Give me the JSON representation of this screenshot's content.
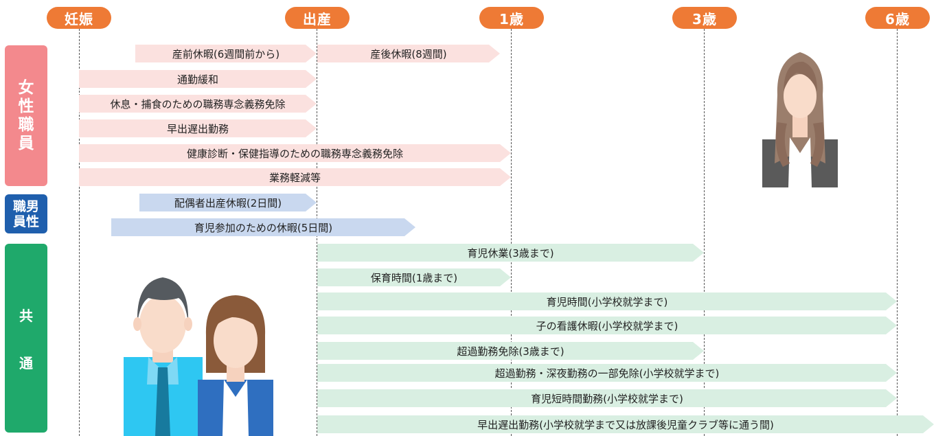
{
  "timeline": {
    "pregnancy": "妊娠",
    "birth": "出産",
    "age1": "1歳",
    "age3": "3歳",
    "age6": "6歳"
  },
  "categories": {
    "female": [
      "女",
      "性",
      "職",
      "員"
    ],
    "male": [
      "職",
      "男",
      "員",
      "性"
    ],
    "common": [
      "共",
      "通"
    ]
  },
  "measures": {
    "female": [
      "産前休暇(6週間前から)",
      "産後休暇(8週間)",
      "通勤緩和",
      "休息・捕食のための職務専念義務免除",
      "早出遅出勤務",
      "健康診断・保健指導のための職務専念義務免除",
      "業務軽減等"
    ],
    "male": [
      "配偶者出産休暇(2日間)",
      "育児参加のための休暇(5日間)"
    ],
    "common": [
      "育児休業(3歳まで)",
      "保育時間(1歳まで)",
      "育児時間(小学校就学まで)",
      "子の看護休暇(小学校就学まで)",
      "超過勤務免除(3歳まで)",
      "超過勤務・深夜勤務の一部免除(小学校就学まで)",
      "育児短時間勤務(小学校就学まで)",
      "早出遅出勤務(小学校就学まで又は放課後児童クラブ等に通う間)"
    ]
  },
  "colors": {
    "timeline_pill": "#ee7a35",
    "female": "#f3898d",
    "male": "#1f5fad",
    "common": "#1fa96b",
    "bar_female": "#fbe1df",
    "bar_male": "#c9d8ef",
    "bar_common": "#d9efe2"
  },
  "illustrations": [
    "woman-icon",
    "man-icon",
    "woman-icon"
  ]
}
